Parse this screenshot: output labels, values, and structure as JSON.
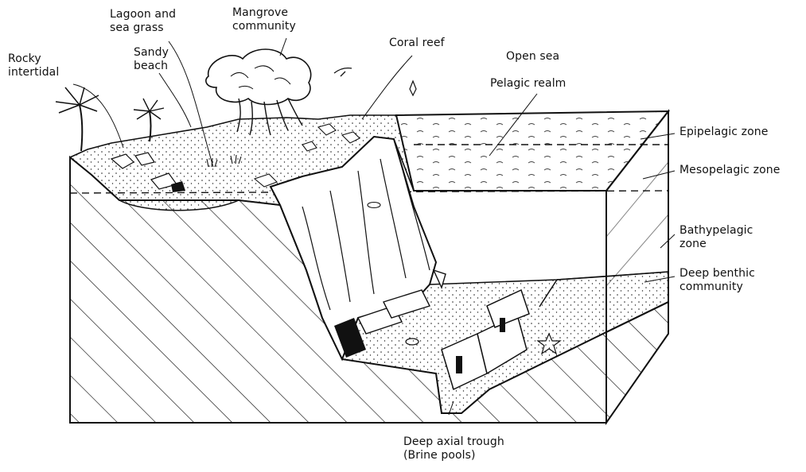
{
  "diagram": {
    "labels": {
      "rocky_intertidal": [
        "Rocky",
        "intertidal"
      ],
      "lagoon_sea_grass": [
        "Lagoon and",
        "sea grass"
      ],
      "sandy_beach": [
        "Sandy",
        "beach"
      ],
      "mangrove_community": [
        "Mangrove",
        "community"
      ],
      "coral_reef": "Coral reef",
      "open_sea": "Open sea",
      "pelagic_realm": "Pelagic realm",
      "epipelagic_zone": "Epipelagic zone",
      "mesopelagic_zone": "Mesopelagic zone",
      "bathypelagic_zone": [
        "Bathypelagic",
        "zone"
      ],
      "deep_benthic_community": [
        "Deep benthic",
        "community"
      ],
      "deep_axial_trough": [
        "Deep axial trough",
        "(Brine pools)"
      ]
    }
  },
  "colors": {
    "ink": "#111111",
    "background": "#ffffff"
  }
}
